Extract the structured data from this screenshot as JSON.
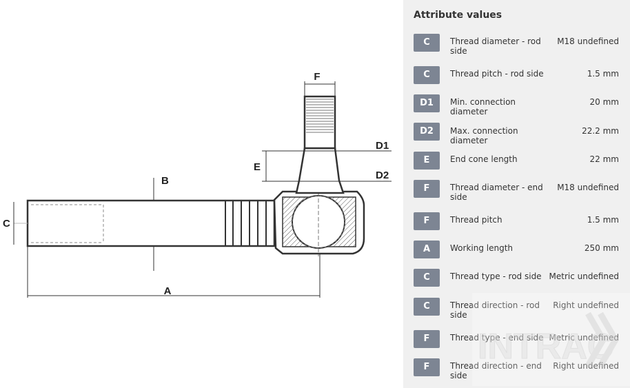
{
  "drawing": {
    "dimension_labels": {
      "F": "F",
      "D1": "D1",
      "D2": "D2",
      "E": "E",
      "B": "B",
      "C": "C",
      "A": "A"
    }
  },
  "panel": {
    "title": "Attribute values",
    "rows": [
      {
        "code": "C",
        "label": "Thread diameter - rod side",
        "value": "M18 undefined"
      },
      {
        "code": "C",
        "label": "Thread pitch - rod side",
        "value": "1.5 mm"
      },
      {
        "code": "D1",
        "label": "Min. connection diameter",
        "value": "20 mm"
      },
      {
        "code": "D2",
        "label": "Max. connection diameter",
        "value": "22.2 mm"
      },
      {
        "code": "E",
        "label": "End cone length",
        "value": "22 mm"
      },
      {
        "code": "F",
        "label": "Thread diameter - end side",
        "value": "M18 undefined"
      },
      {
        "code": "F",
        "label": "Thread pitch",
        "value": "1.5 mm"
      },
      {
        "code": "A",
        "label": "Working length",
        "value": "250 mm"
      },
      {
        "code": "C",
        "label": "Thread type - rod side",
        "value": "Metric undefined"
      },
      {
        "code": "C",
        "label": "Thread direction - rod side",
        "value": "Right undefined"
      },
      {
        "code": "F",
        "label": "Thread type - end side",
        "value": "Metric undefined"
      },
      {
        "code": "F",
        "label": "Thread direction - end side",
        "value": "Right undefined"
      }
    ]
  },
  "watermark": {
    "text": "INTRAC"
  }
}
